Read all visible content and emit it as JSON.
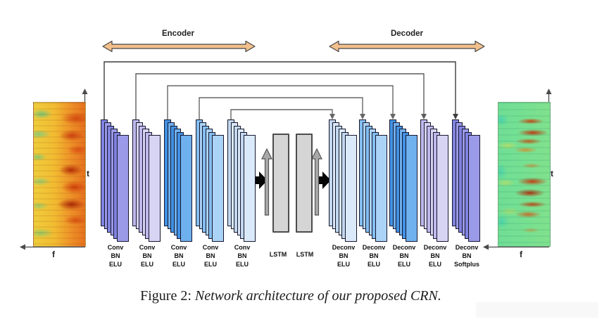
{
  "figure": {
    "caption_prefix": "Figure 2:",
    "caption_body": "Network architecture of our proposed CRN."
  },
  "diagram": {
    "encoder_label": "Encoder",
    "decoder_label": "Decoder",
    "encoder_blocks": [
      {
        "op": "Conv",
        "norm": "BN",
        "act": "ELU"
      },
      {
        "op": "Conv",
        "norm": "BN",
        "act": "ELU"
      },
      {
        "op": "Conv",
        "norm": "BN",
        "act": "ELU"
      },
      {
        "op": "Conv",
        "norm": "BN",
        "act": "ELU"
      },
      {
        "op": "Conv",
        "norm": "BN",
        "act": "ELU"
      }
    ],
    "bottleneck_blocks": [
      {
        "label": "LSTM"
      },
      {
        "label": "LSTM"
      }
    ],
    "decoder_blocks": [
      {
        "op": "Deconv",
        "norm": "BN",
        "act": "ELU"
      },
      {
        "op": "Deconv",
        "norm": "BN",
        "act": "ELU"
      },
      {
        "op": "Deconv",
        "norm": "BN",
        "act": "ELU"
      },
      {
        "op": "Deconv",
        "norm": "BN",
        "act": "ELU"
      },
      {
        "op": "Deconv",
        "norm": "BN",
        "act": "Softplus"
      }
    ],
    "input_spectrogram": {
      "time_axis_label": "t",
      "freq_axis_label": "f"
    },
    "output_spectrogram": {
      "time_axis_label": "t",
      "freq_axis_label": "f"
    },
    "icons": {
      "encoder-span-arrow-icon": "double-headed horizontal arrow",
      "decoder-span-arrow-icon": "double-headed horizontal arrow",
      "flow-arrow-conv-to-lstm-icon": "solid black right arrow",
      "flow-arrow-lstm-to-deconv-icon": "solid black right arrow",
      "lstm-upward-arrow-icon": "gray upward arrow",
      "skip-connection-arrow": "elbow connector with down arrowhead"
    },
    "colors": {
      "encoder_decoder_arrow": "#F2C08C",
      "conv_block_1": "#8184E0",
      "conv_block_2": "#BFB9EC",
      "conv_block_3": "#4292E4",
      "conv_block_4": "#85BFF1",
      "conv_block_5": "#C2D8EE",
      "lstm_block": "#D5D5D5",
      "skip_connection_line": "#4A4A4A"
    }
  }
}
